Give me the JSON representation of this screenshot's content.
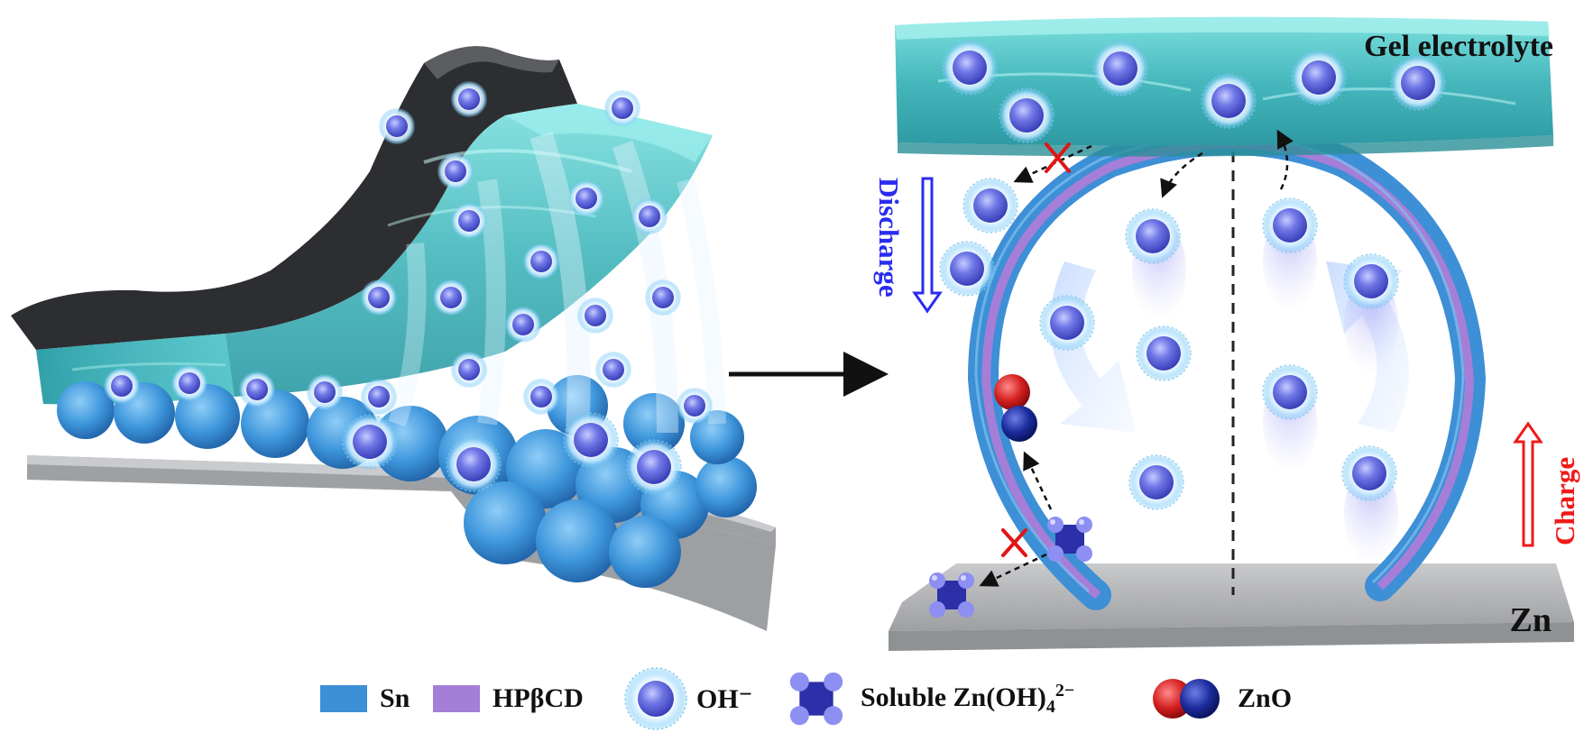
{
  "labels": {
    "gel_electrolyte": "Gel electrolyte",
    "discharge": "Discharge",
    "charge": "Charge",
    "zn": "Zn"
  },
  "legend": {
    "sn": "Sn",
    "hpbcd": "HPβCD",
    "oh": "OH⁻",
    "zincate_prefix": "Soluble Zn(OH)",
    "zincate_sub": "4",
    "zincate_sup": "2−",
    "zno": "ZnO"
  },
  "colors": {
    "sn_blue": "#3d8fd6",
    "hpbcd_purple": "#a57ed8",
    "gel_teal": "#5cc9cc",
    "discharge_blue": "#2a2cf0",
    "charge_red": "#f01a1a",
    "zno_red": "#d42020",
    "zno_navy": "#1c2c9c",
    "zn_gray": "#b4b6b8"
  }
}
